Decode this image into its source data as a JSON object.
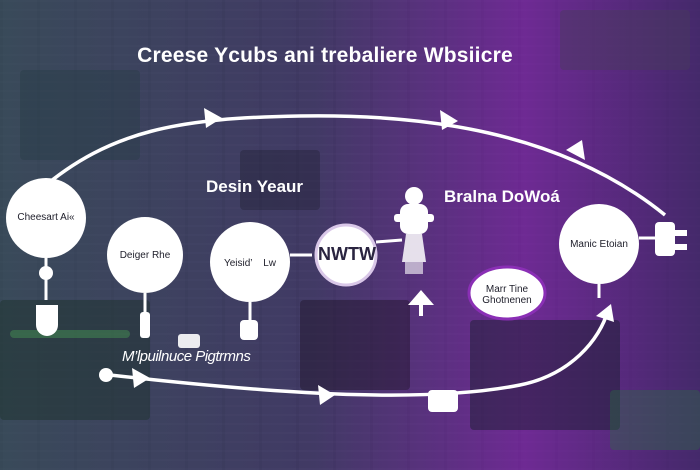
{
  "title": "Creese Ycubs ani trebaliere Wbsiicre",
  "headings": {
    "design": "Desin Yeaur",
    "brand": "Bralna DoWoá"
  },
  "nodes": {
    "start": "Cheesart Ai«",
    "design": "Deiger Rhe",
    "review": "Yeisid’    Lw",
    "badge": "NWTW",
    "brand": "Manic Etoian",
    "monitor": "Marr Tine Ghotnenen"
  },
  "under_label": "M’lpuilnuce Pigtrmns",
  "icons": {
    "mascot": "mascot-figure-icon",
    "plug": "plug-icon",
    "up_arrow": "up-arrow-icon"
  },
  "colors": {
    "stroke": "#ffffff",
    "accent_purple": "#8a2fb5",
    "bg_teal": "#3a4e5c"
  }
}
